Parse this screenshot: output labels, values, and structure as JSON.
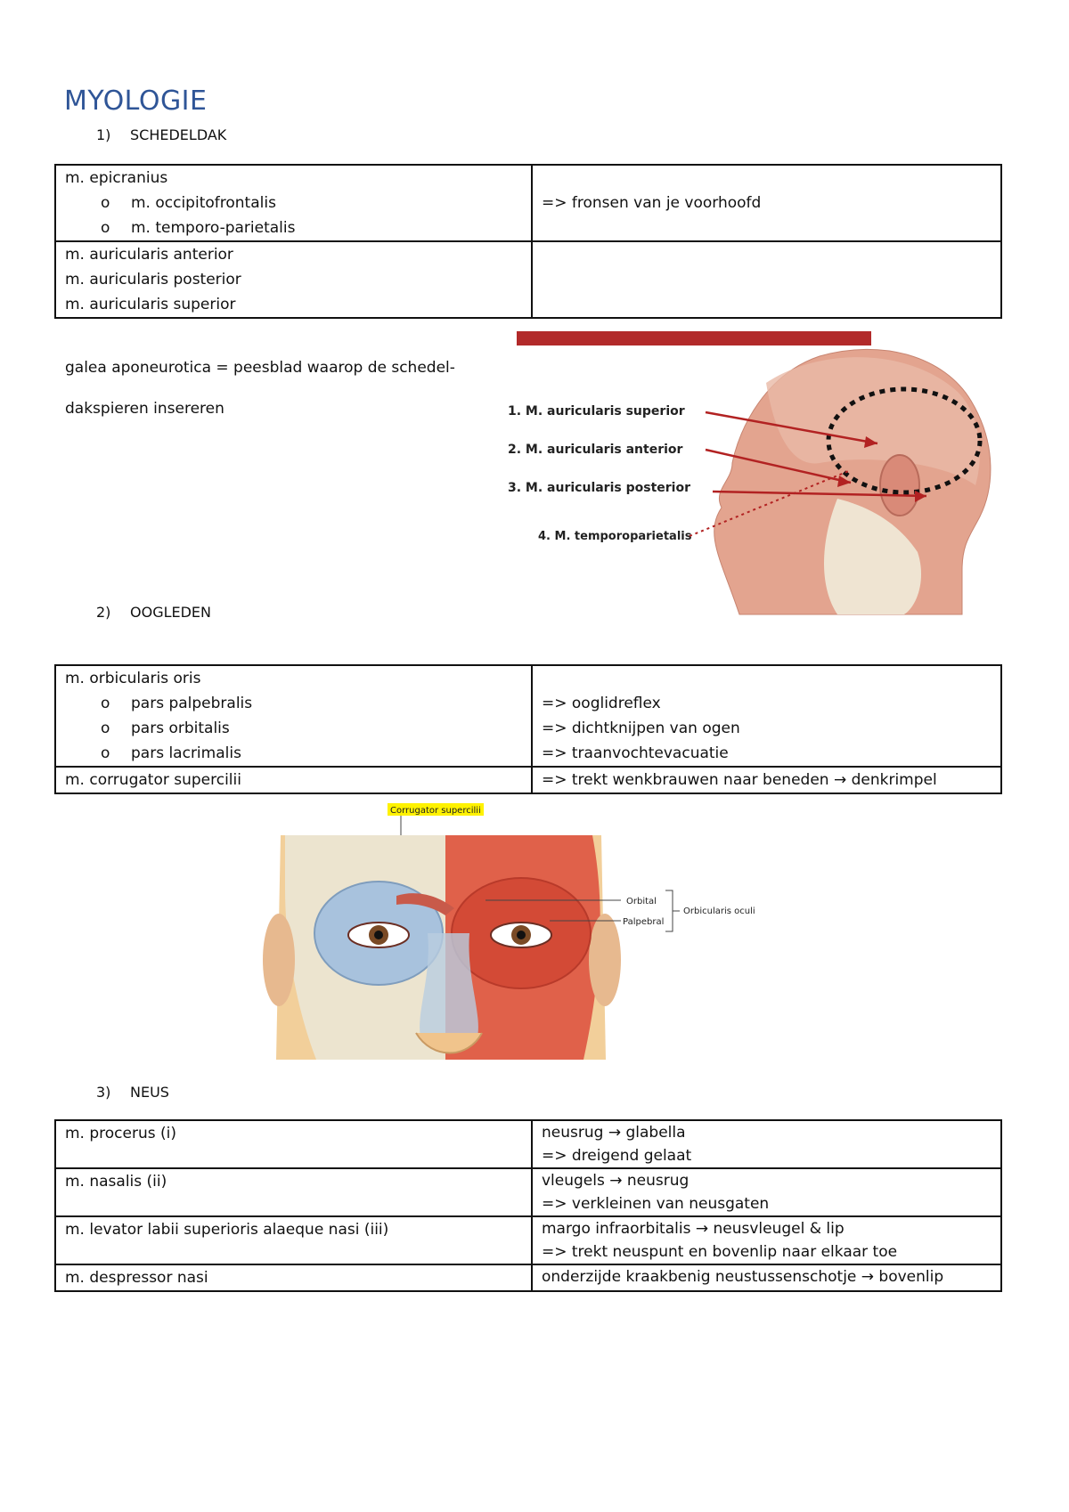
{
  "title": "MYOLOGIE",
  "sections": [
    {
      "num": "1)",
      "label": "SCHEDELDAK"
    },
    {
      "num": "2)",
      "label": "OOGLEDEN"
    },
    {
      "num": "3)",
      "label": "NEUS"
    }
  ],
  "table1": {
    "row1": {
      "main": "m. epicranius",
      "subs": [
        "m. occipitofrontalis",
        "m. temporo-parietalis"
      ],
      "right": "=> fronsen van je voorhoofd"
    },
    "row2": {
      "lines": [
        "m. auricularis anterior",
        "m. auricularis posterior",
        "m. auricularis superior"
      ],
      "right": ""
    }
  },
  "galea_note": [
    "galea aponeurotica = peesblad waarop de schedel-",
    "dakspieren insereren"
  ],
  "figure1": {
    "labels": [
      "1. M. auricularis superior",
      "2. M. auricularis anterior",
      "3. M. auricularis posterior",
      "4. M. temporoparietalis"
    ]
  },
  "table2": {
    "row1": {
      "main": "m. orbicularis oris",
      "subs": [
        "pars palpebralis",
        "pars orbitalis",
        "pars lacrimalis"
      ],
      "rights": [
        "=> ooglidreflex",
        "=> dichtknijpen van ogen",
        "=> traanvochtevacuatie"
      ]
    },
    "row2": {
      "left": "m. corrugator supercilii",
      "right": "=> trekt wenkbrauwen naar beneden → denkrimpel"
    }
  },
  "figure2": {
    "label_top": "Corrugator supercilii",
    "label_orbital": "Orbital",
    "label_palpebral": "Palpebral",
    "label_group": "Orbicularis oculi"
  },
  "table3": {
    "rows": [
      {
        "left": "m. procerus (i)",
        "right": [
          "neusrug → glabella",
          "=> dreigend gelaat"
        ]
      },
      {
        "left": "m. nasalis (ii)",
        "right": [
          "vleugels → neusrug",
          "=> verkleinen van neusgaten"
        ]
      },
      {
        "left": "m. levator labii superioris alaeque nasi (iii)",
        "right": [
          "margo infraorbitalis → neusvleugel & lip",
          "=> trekt neuspunt en bovenlip naar elkaar toe"
        ]
      },
      {
        "left": "m. despressor nasi",
        "right": [
          "onderzijde kraakbenig neustussenschotje → bovenlip"
        ]
      }
    ]
  },
  "colors": {
    "title": "#2f5597",
    "arrow": "#b22222",
    "muscle": "#d9826f",
    "skin": "#e8c2a8",
    "orbicularis_blue": "#9db8d6"
  }
}
